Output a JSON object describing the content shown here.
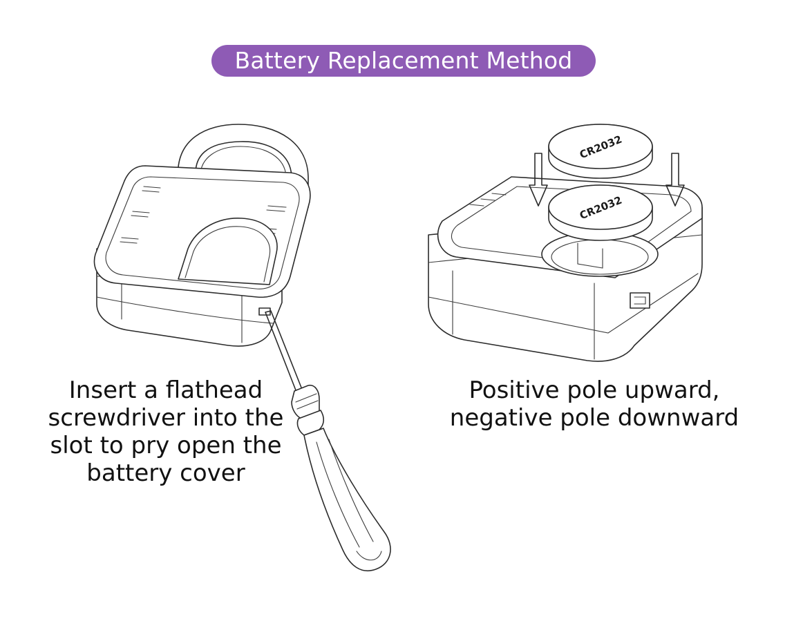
{
  "title": {
    "text": "Battery Replacement Method",
    "background_color": "#8e5bb5"
  },
  "steps": [
    {
      "caption_lines": [
        "Insert a flathead",
        "screwdriver into the",
        "slot to pry open the",
        "battery cover"
      ]
    },
    {
      "caption_lines": [
        "Positive pole upward,",
        "negative pole downward"
      ]
    }
  ],
  "battery_label": "CR2032",
  "line_color": "#2b2b2b"
}
